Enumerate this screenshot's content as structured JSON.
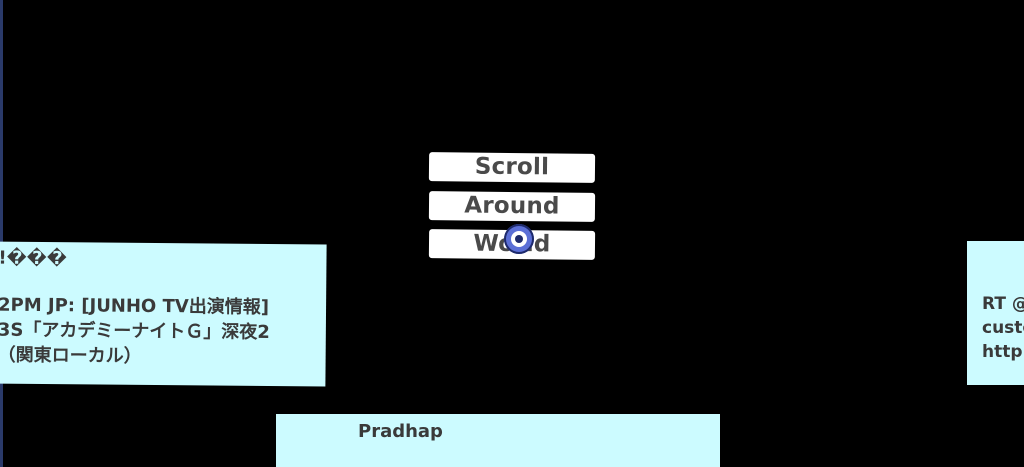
{
  "menu": {
    "scroll_label": "Scroll",
    "around_label": "Around",
    "world_label": "World"
  },
  "cursor": {
    "icon": "gaze-cursor-icon",
    "color": "#5b6fd6"
  },
  "tweets": {
    "left": {
      "username": "!���",
      "lines": [
        "2PM JP: [JUNHO TV出演情報]",
        "3S「アカデミーナイトＧ」深夜2",
        "（関東ローカル）"
      ]
    },
    "right": {
      "lines": [
        "RT @",
        "custo",
        "http"
      ]
    },
    "bottom": {
      "username": "Pradhap"
    }
  },
  "colors": {
    "background": "#000000",
    "card": "#ccfbff",
    "button": "#ffffff",
    "button_text": "#4a4a4a"
  }
}
